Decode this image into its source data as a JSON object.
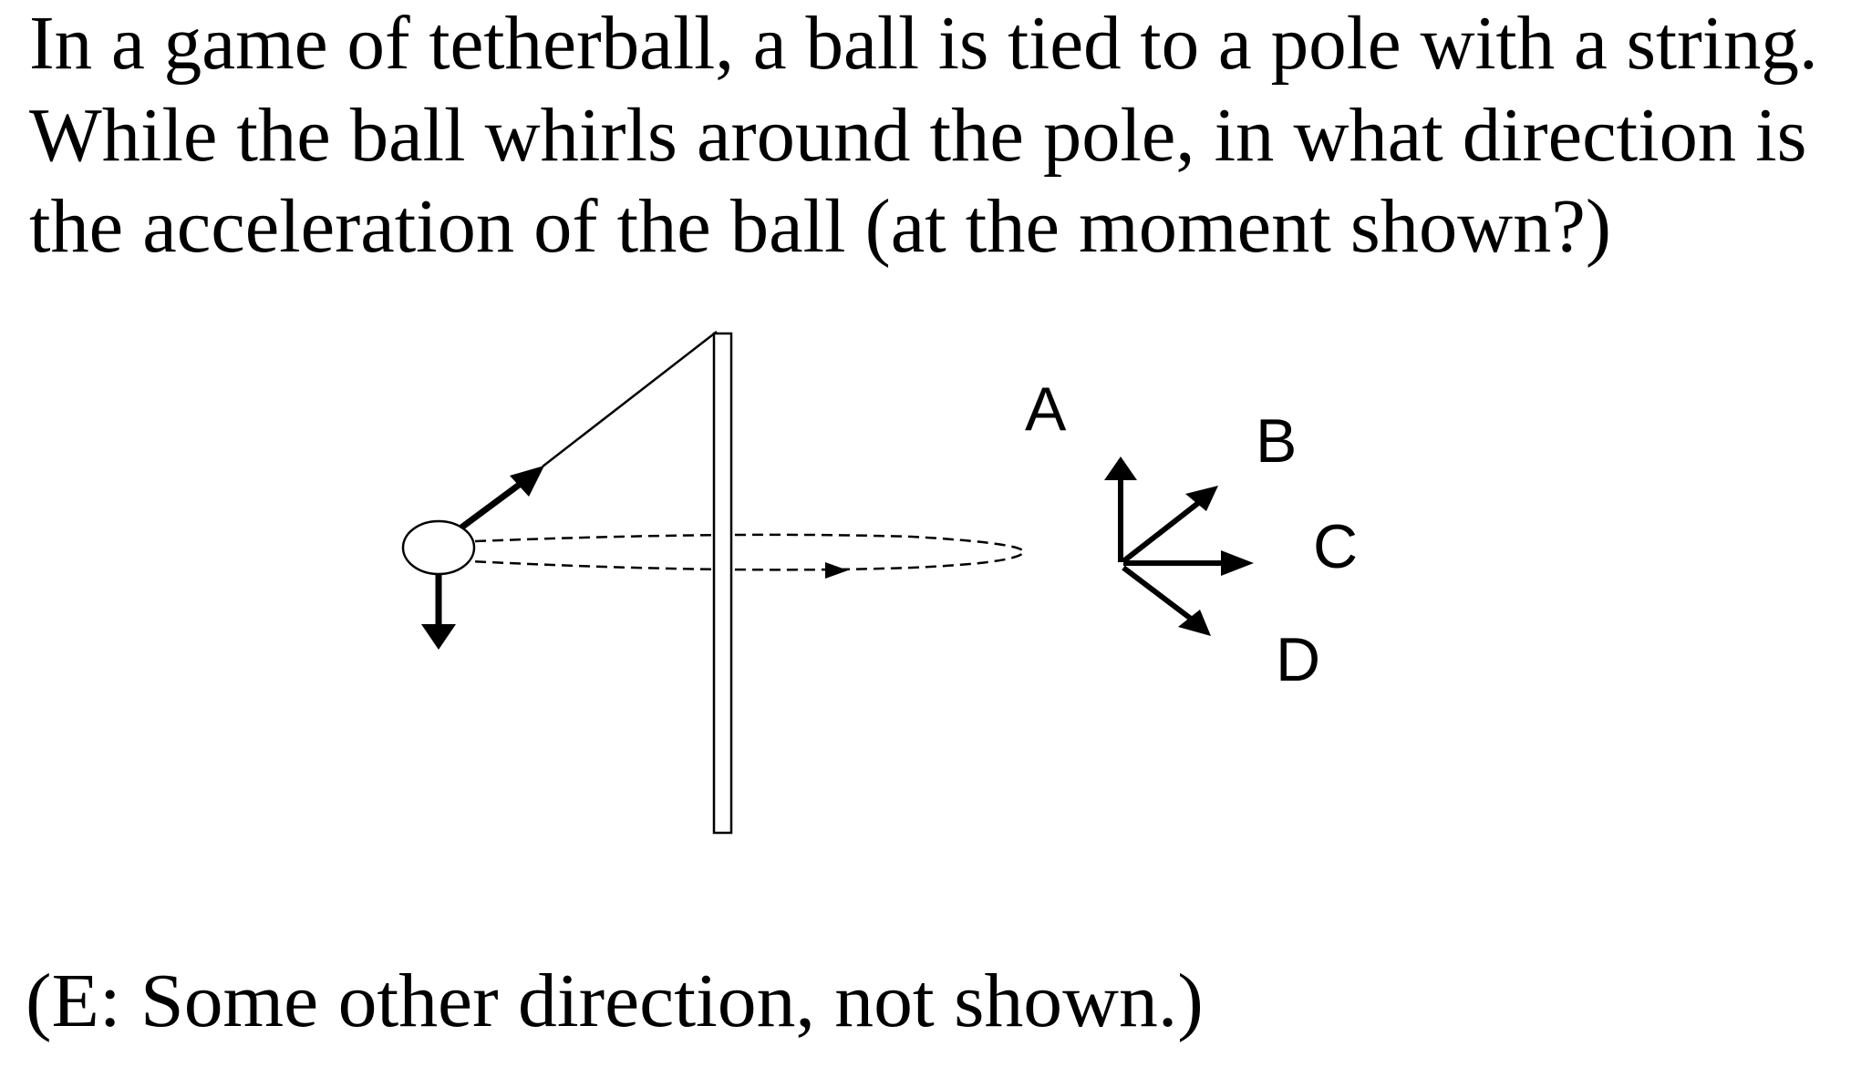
{
  "question": {
    "lines": [
      "In a game of tetherball, a ball is tied to a pole with a string.",
      "While the ball whirls around the pole, in what direction is",
      "the acceleration of the ball (at the moment shown?)"
    ],
    "option_e": "(E:  Some other direction, not shown.)"
  },
  "diagram": {
    "labels": {
      "a": "A",
      "b": "B",
      "c": "C",
      "d": "D"
    },
    "elements": [
      "pole",
      "string",
      "ball",
      "tension-arrow",
      "gravity-arrow",
      "circular-path",
      "direction-arrow"
    ],
    "colors": {
      "ink": "#000000",
      "background": "#ffffff"
    }
  }
}
